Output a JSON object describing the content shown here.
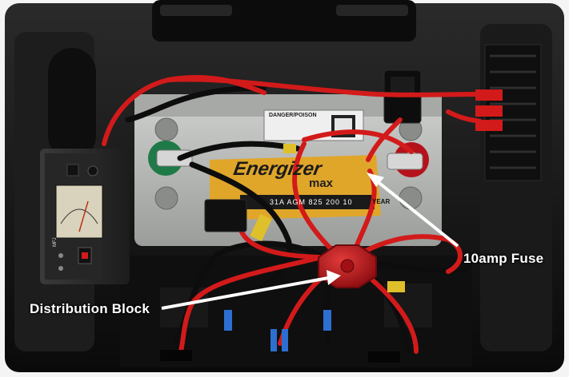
{
  "callouts": {
    "fuse_label": "10amp Fuse",
    "distribution_label": "Distribution Block"
  },
  "battery": {
    "warning_text": "DANGER/POISON",
    "brand_text": "Energizer",
    "model_text": "max",
    "spec_text": "31A AGM  825  200  10",
    "year_text": "YEAR"
  },
  "power_supply": {
    "brand_text": "MFJ"
  },
  "colors": {
    "box_black": "#151515",
    "battery_grey": "#b9bbb8",
    "battery_yellow": "#e0a62a",
    "wire_red": "#d31a1a",
    "wire_black": "#0d0d0d",
    "distribution_block_red": "#c2161a",
    "terminal_green": "#1f7a47",
    "terminal_red": "#b5121b",
    "connector_blue": "#2d6fd0",
    "connector_yellow": "#e0c02a",
    "label_white": "#ffffff"
  },
  "icons": [
    "arrow-icon"
  ]
}
